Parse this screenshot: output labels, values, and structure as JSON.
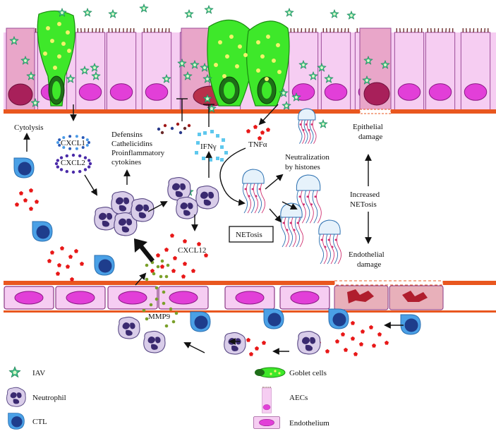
{
  "labels": {
    "cytolysis": "Cytolysis",
    "cxcl1": "CXCL1",
    "cxcl2": "CXCL2",
    "defensins": "Defensins",
    "cathelicidins": "Cathelicidins",
    "proinflammatory": "Proinflammatory",
    "cytokines": "cytokines",
    "ifng": "IFNγ",
    "tnfa": "TNFα",
    "neutralization": "Neutralization",
    "by_histones": "by histones",
    "epithelial": "Epithelial",
    "epithelial_damage": "damage",
    "increased": "Increased",
    "netosis_inc": "NETosis",
    "endothelial": "Endothelial",
    "endothelial_damage": "damage",
    "netosis_box": "NETosis",
    "cxcl12": "CXCL12",
    "mmp9": "MMP9"
  },
  "legend": {
    "iav": "IAV",
    "neutrophil": "Neutrophil",
    "ctl": "CTL",
    "goblet": "Goblet cells",
    "aecs": "AECs",
    "endothelium": "Endothelium"
  },
  "colors": {
    "virus": "#3fbf86",
    "goblet": "#3ee82a",
    "aec": "#f6cdf2",
    "nucleus": "#e23fd8",
    "membrane": "#e9571f",
    "ctl_outer": "#4aa0e6",
    "ctl_inner": "#1e3d8c",
    "red_dot": "#e81818",
    "ifn": "#5ec8ee"
  }
}
